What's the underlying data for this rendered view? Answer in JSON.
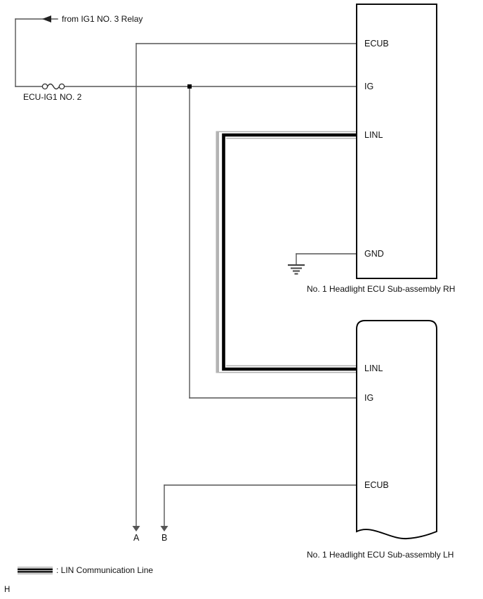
{
  "diagram": {
    "type": "automotive-wiring-diagram",
    "page_marker": "H",
    "source_label": "from IG1 NO. 3 Relay",
    "fuse": {
      "name": "ECU-IG1 NO. 2",
      "symbol": "fuse-symbol"
    },
    "components": [
      {
        "id": "ecu-rh",
        "caption": "No. 1 Headlight ECU Sub-assembly RH",
        "terminals": [
          "ECUB",
          "IG",
          "LINL",
          "GND"
        ]
      },
      {
        "id": "ecu-lh",
        "caption": "No. 1 Headlight ECU Sub-assembly LH",
        "terminals": [
          "LINL",
          "IG",
          "ECUB"
        ]
      }
    ],
    "connector_refs": [
      {
        "id": "A",
        "label": "A"
      },
      {
        "id": "B",
        "label": "B"
      }
    ],
    "ground_symbol": "ground-icon",
    "legend": {
      "swatch": "lin-line-swatch",
      "text": ": LIN Communication Line"
    },
    "terminals": {
      "rh_ecub": "ECUB",
      "rh_ig": "IG",
      "rh_linl": "LINL",
      "rh_gnd": "GND",
      "lh_linl": "LINL",
      "lh_ig": "IG",
      "lh_ecub": "ECUB"
    },
    "colors": {
      "wire": "#555555",
      "box_outline": "#000000",
      "lin_core": "#000000",
      "lin_sheath": "#b3b3b3",
      "text": "#111111",
      "background": "#ffffff"
    }
  }
}
